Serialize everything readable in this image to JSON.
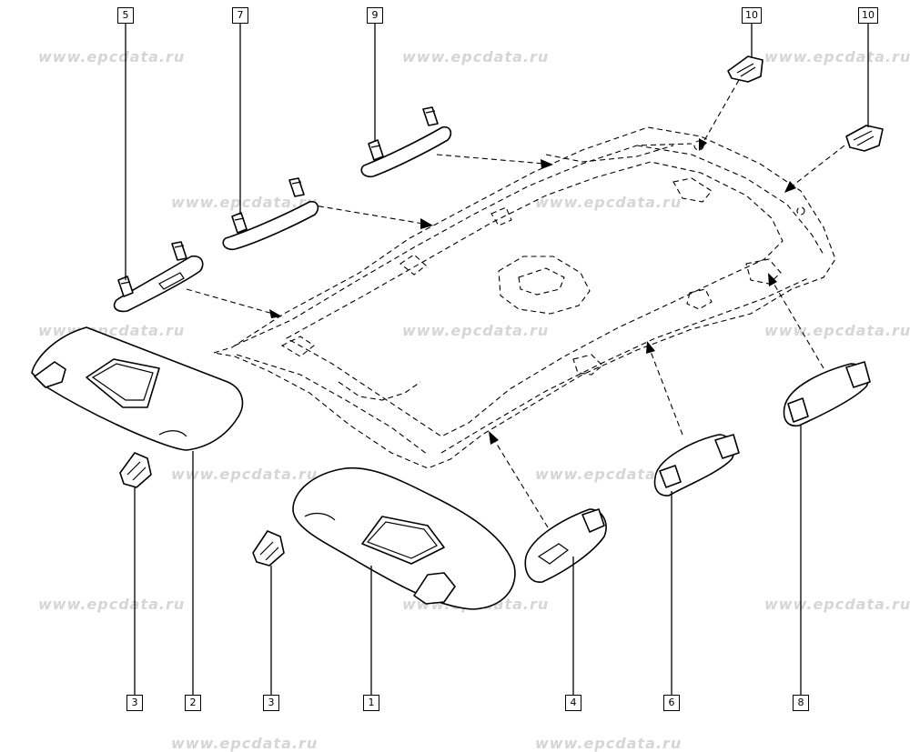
{
  "watermark_text": "www.epcdata.ru",
  "callouts": {
    "top": [
      "5",
      "7",
      "9",
      "10",
      "10"
    ],
    "bottom": [
      "3",
      "2",
      "3",
      "1",
      "4",
      "6",
      "8"
    ]
  }
}
